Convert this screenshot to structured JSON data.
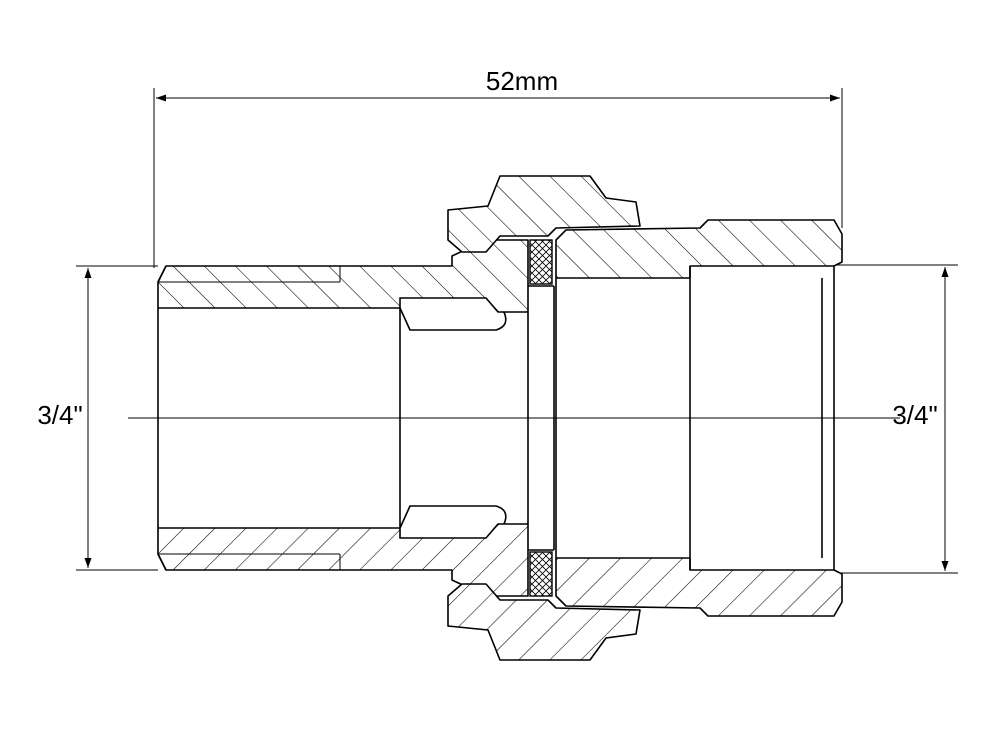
{
  "dimensions": {
    "overall_length": "52mm",
    "left_thread": "3/4\"",
    "right_thread": "3/4\""
  },
  "colors": {
    "line": "#000000",
    "background": "#ffffff"
  }
}
